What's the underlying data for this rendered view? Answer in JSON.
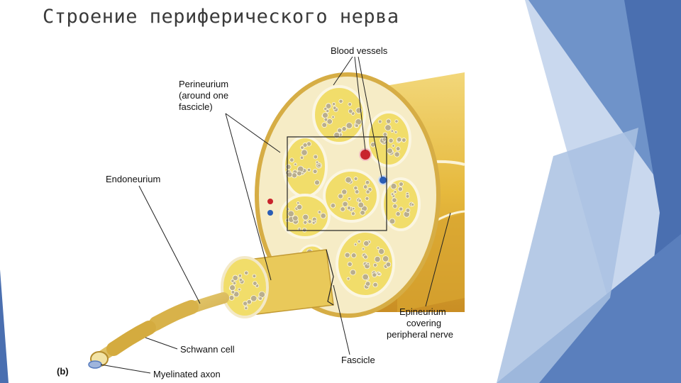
{
  "slide": {
    "title": "Строение периферического нерва"
  },
  "figure": {
    "panel_tag": "(b)",
    "labels": {
      "blood_vessels": "Blood vessels",
      "perineurium_1": "Perineurium",
      "perineurium_2": "(around one",
      "perineurium_3": "fascicle)",
      "endoneurium": "Endoneurium",
      "epineurium_1": "Epineurium",
      "epineurium_2": "covering",
      "epineurium_3": "peripheral nerve",
      "schwann_cell": "Schwann cell",
      "fascicle": "Fascicle",
      "myelinated_axon": "Myelinated axon"
    }
  },
  "colors": {
    "slide_blue_dark": "#4a6fb0",
    "slide_blue_mid": "#6f93c9",
    "slide_blue_light": "#a9c1e2",
    "epineurium_tissue": "#e8c24a",
    "fascicle_fill": "#f1dd6a",
    "perineurium_ring": "#f3e9c8",
    "artery": "#c8242c",
    "vein": "#2a5db5"
  }
}
